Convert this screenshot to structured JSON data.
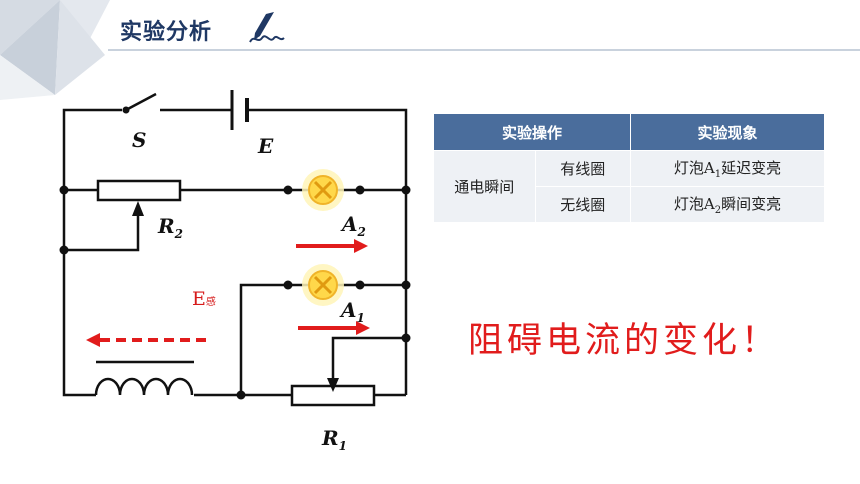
{
  "header": {
    "title": "实验分析"
  },
  "circuit": {
    "labels": {
      "switch": "S",
      "battery": "E",
      "r2_main": "R",
      "r2_sub": "2",
      "r1_main": "R",
      "r1_sub": "1",
      "a2_main": "A",
      "a2_sub": "2",
      "a1_main": "A",
      "a1_sub": "1",
      "emf_main": "E",
      "emf_sub": "感"
    },
    "colors": {
      "wire": "#111111",
      "arrow": "#e11c1c",
      "lamp_glow": "#ffe98a",
      "lamp_body": "#ffd84a",
      "lamp_x": "#e0a020"
    }
  },
  "table": {
    "headers": [
      "实验操作",
      "实验现象"
    ],
    "group_label": "通电瞬间",
    "rows": [
      {
        "condition": "有线圈",
        "result_a": "灯泡A",
        "result_sub": "1",
        "result_b": "延迟变亮"
      },
      {
        "condition": "无线圈",
        "result_a": "灯泡A",
        "result_sub": "2",
        "result_b": "瞬间变亮"
      }
    ],
    "colors": {
      "header_bg": "#4a6d9c",
      "cell_bg": "#eef1f5"
    }
  },
  "conclusion": "阻碍电流的变化！"
}
